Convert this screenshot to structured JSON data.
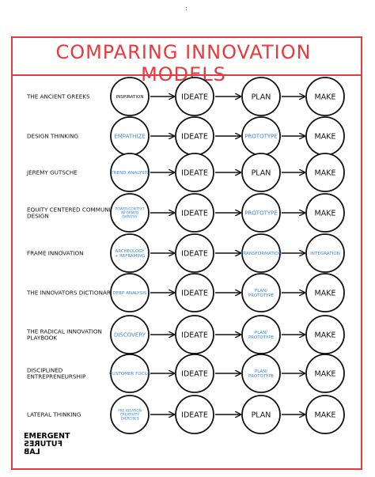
{
  "top_mark": ":",
  "title": "COMPARING INNOVATION MODELS",
  "colors": {
    "frame": "#e53a3e",
    "ink": "#111111",
    "accent": "#3a86d6"
  },
  "models": [
    {
      "name": "THE ANCIENT GREEKS",
      "steps": [
        {
          "text": "INSPIRATION",
          "color": "black"
        },
        {
          "text": "IDEATE",
          "color": "black"
        },
        {
          "text": "PLAN",
          "color": "black"
        },
        {
          "text": "MAKE",
          "color": "black"
        }
      ]
    },
    {
      "name": "DESIGN THINKING",
      "steps": [
        {
          "text": "EMPATHIZE",
          "color": "blue"
        },
        {
          "text": "IDEATE",
          "color": "black"
        },
        {
          "text": "PROTOTYPE",
          "color": "blue"
        },
        {
          "text": "MAKE",
          "color": "black"
        }
      ]
    },
    {
      "name": "JEREMY GUTSCHE",
      "steps": [
        {
          "text": "TREND ANALYSIS",
          "color": "blue"
        },
        {
          "text": "IDEATE",
          "color": "black"
        },
        {
          "text": "PLAN",
          "color": "black"
        },
        {
          "text": "MAKE",
          "color": "black"
        }
      ]
    },
    {
      "name": "EQUITY CENTERED COMMUNITY DESIGN",
      "steps": [
        {
          "text": "POWER/CONTEXT INFORMED EMPATHY",
          "color": "blue"
        },
        {
          "text": "IDEATE",
          "color": "black"
        },
        {
          "text": "PROTOTYPE",
          "color": "blue"
        },
        {
          "text": "MAKE",
          "color": "black"
        }
      ]
    },
    {
      "name": "FRAME INNOVATION",
      "steps": [
        {
          "text": "ARCHEOLOGY + REFRAMING",
          "color": "blue"
        },
        {
          "text": "IDEATE",
          "color": "black"
        },
        {
          "text": "TRANSFORMATION",
          "color": "blue"
        },
        {
          "text": "INTEGRATION",
          "color": "blue"
        }
      ]
    },
    {
      "name": "THE INNOVATORS DICTIONARY",
      "steps": [
        {
          "text": "DEEP ANALYSIS",
          "color": "blue"
        },
        {
          "text": "IDEATE",
          "color": "black"
        },
        {
          "text": "PLAN/ PROTOTYPE",
          "color": "blue"
        },
        {
          "text": "MAKE",
          "color": "black"
        }
      ]
    },
    {
      "name": "THE RADICAL INNOVATION PLAYBOOK",
      "steps": [
        {
          "text": "DISCOVERY",
          "color": "blue"
        },
        {
          "text": "IDEATE",
          "color": "black"
        },
        {
          "text": "PLAN/ PROTOTYPE",
          "color": "blue"
        },
        {
          "text": "MAKE",
          "color": "black"
        }
      ]
    },
    {
      "name": "DISCIPLINED ENTREPRENEURSHIP",
      "steps": [
        {
          "text": "CUSTOMER FOCUS",
          "color": "blue"
        },
        {
          "text": "IDEATE",
          "color": "black"
        },
        {
          "text": "PLAN/ PROTOTYPE",
          "color": "blue"
        },
        {
          "text": "MAKE",
          "color": "black"
        }
      ]
    },
    {
      "name": "LATERAL THINKING",
      "steps": [
        {
          "text": "PRE-IDEATION CREATIVITY EXERCISES",
          "color": "blue"
        },
        {
          "text": "IDEATE",
          "color": "black"
        },
        {
          "text": "PLAN",
          "color": "black"
        },
        {
          "text": "MAKE",
          "color": "black"
        }
      ]
    }
  ],
  "logo": {
    "line1": "EMERGENT",
    "line2": "FUTURES",
    "line3": "LAB"
  }
}
